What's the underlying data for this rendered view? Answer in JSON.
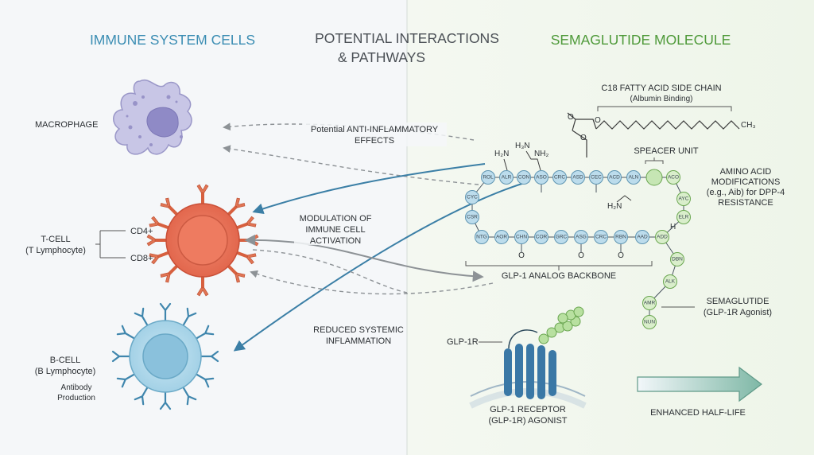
{
  "headers": {
    "immune": "IMMUNE SYSTEM CELLS",
    "interactions": [
      "POTENTIAL INTERACTIONS",
      "& PATHWAYS"
    ],
    "semaglutide": "SEMAGLUTIDE MOLECULE"
  },
  "colors": {
    "immune_header": "#3b8db3",
    "interactions_header": "#4a4f55",
    "semaglutide_header": "#4f9a3a",
    "macrophage": "#b3b0dc",
    "tcell": "#e7735a",
    "bcell": "#a9d6ea",
    "backbone_node": "#bcdcec",
    "spacer_node": "#c6e6b4",
    "arrow_blue": "#3b7fa6",
    "arrow_gray": "#8d9296"
  },
  "cells": {
    "macrophage": "MACROPHAGE",
    "tcell": [
      "T-CELL",
      "(T Lymphocyte)"
    ],
    "cd4": "CD4+",
    "cd8": "CD8+",
    "bcell": [
      "B-CELL",
      "(B Lymphocyte)"
    ],
    "antibody": [
      "Antibody",
      "Production"
    ]
  },
  "pathways": {
    "anti_inflammatory": [
      "Potential ANTI-INFLAMMATORY",
      "EFFECTS"
    ],
    "modulation": [
      "MODULATION OF",
      "IMMUNE CELL",
      "ACTIVATION"
    ],
    "reduced": [
      "REDUCED SYSTEMIC",
      "INFLAMMATION"
    ]
  },
  "molecule": {
    "fatty_acid": [
      "C18 FATTY ACID SIDE CHAIN",
      "(Albumin Binding)"
    ],
    "ch3": "CH₃",
    "spacer": "SPEACER UNIT",
    "amino_mods": [
      "AMINO ACID",
      "MODIFICATIONS",
      "(e.g., Aib) for DPP-4",
      "RESISTANCE"
    ],
    "backbone": "GLP-1 ANALOG BACKBONE",
    "semaglutide": [
      "SEMAGLUTIDE",
      "(GLP-1R Agonist)"
    ],
    "h2n_top": "H₂N",
    "h3n_top": "H₃N",
    "nh2_top": "NH₂",
    "h2n_mid": "H₂N",
    "o_label": "O",
    "h_label": "H",
    "top_row": [
      "ROL",
      "ALR",
      "CON",
      "ASO",
      "CRC",
      "ASD",
      "CEC",
      "ACD",
      "ALN",
      "",
      "ACO"
    ],
    "bottom_row": [
      "NTG",
      "AOR",
      "CHN",
      "COR",
      "GRC",
      "ASG",
      "CRC",
      "RBN",
      "AAD",
      "ADD"
    ],
    "left_col": [
      "CYC",
      "CSR"
    ],
    "right_col": [
      "AYC",
      "ELR"
    ],
    "tail": [
      "DBN",
      "ALK",
      "AMR",
      "NUN"
    ]
  },
  "receptor": {
    "label": "GLP-1R",
    "caption": [
      "GLP-1 RECEPTOR",
      "(GLP-1R) AGONIST"
    ]
  },
  "half_life": "ENHANCED HALF-LIFE"
}
